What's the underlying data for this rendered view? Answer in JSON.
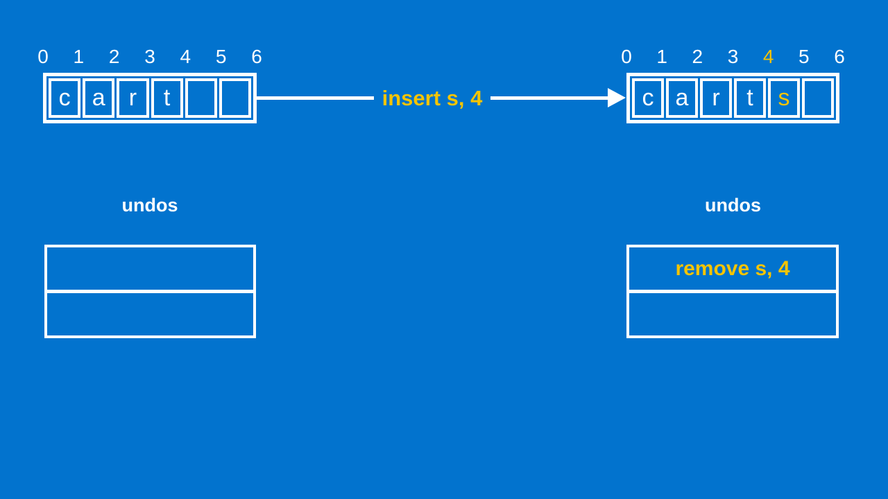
{
  "colors": {
    "background": "#0273CE",
    "foreground": "#FFFFFF",
    "accent": "#F5C400"
  },
  "before": {
    "indices": [
      "0",
      "1",
      "2",
      "3",
      "4",
      "5",
      "6"
    ],
    "cells": [
      "c",
      "a",
      "r",
      "t",
      "",
      ""
    ],
    "undo": {
      "title": "undos",
      "rows": [
        "",
        ""
      ]
    }
  },
  "operation": {
    "label": "insert s, 4"
  },
  "after": {
    "indices": [
      "0",
      "1",
      "2",
      "3",
      "4",
      "5",
      "6"
    ],
    "highlight_index": 4,
    "highlight_cell": 4,
    "cells": [
      "c",
      "a",
      "r",
      "t",
      "s",
      ""
    ],
    "undo": {
      "title": "undos",
      "rows": [
        "remove s, 4",
        ""
      ]
    }
  }
}
